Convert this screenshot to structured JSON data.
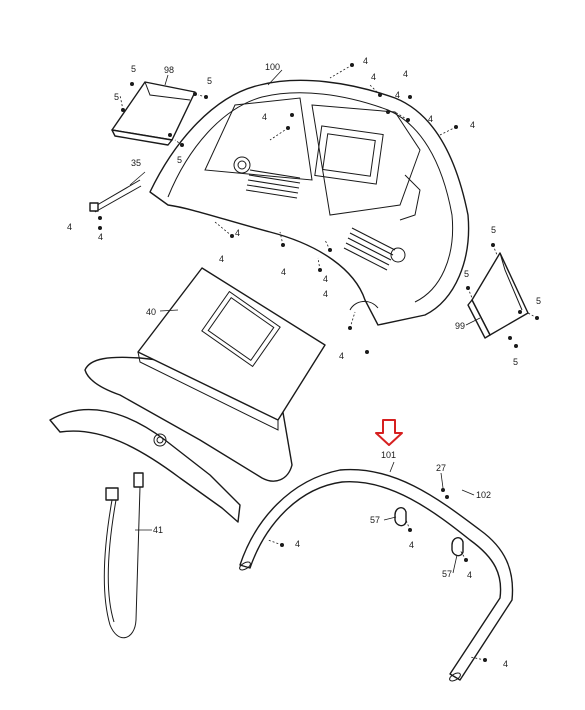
{
  "callouts": {
    "c100": "100",
    "c98": "98",
    "c35": "35",
    "c40": "40",
    "c41": "41",
    "c99": "99",
    "c101": "101",
    "c27": "27",
    "c102": "102",
    "c57a": "57",
    "c57b": "57",
    "c5a": "5",
    "c5b": "5",
    "c5c": "5",
    "c5d": "5",
    "c5e": "5",
    "c5f": "5",
    "c5g": "5",
    "c5h": "5",
    "c4a": "4",
    "c4b": "4",
    "c4c": "4",
    "c4d": "4",
    "c4e": "4",
    "c4f": "4",
    "c4g": "4",
    "c4h": "4",
    "c4i": "4",
    "c4j": "4",
    "c4k": "4",
    "c4l": "4",
    "c4m": "4",
    "c4n": "4",
    "c4o": "4",
    "c4p": "4",
    "c4q": "4",
    "c4r": "4",
    "c4s": "4"
  },
  "colors": {
    "line": "#1a1a1a",
    "arrow": "#d62020",
    "background": "#ffffff"
  },
  "icons": {
    "highlight": "down-arrow-icon"
  }
}
